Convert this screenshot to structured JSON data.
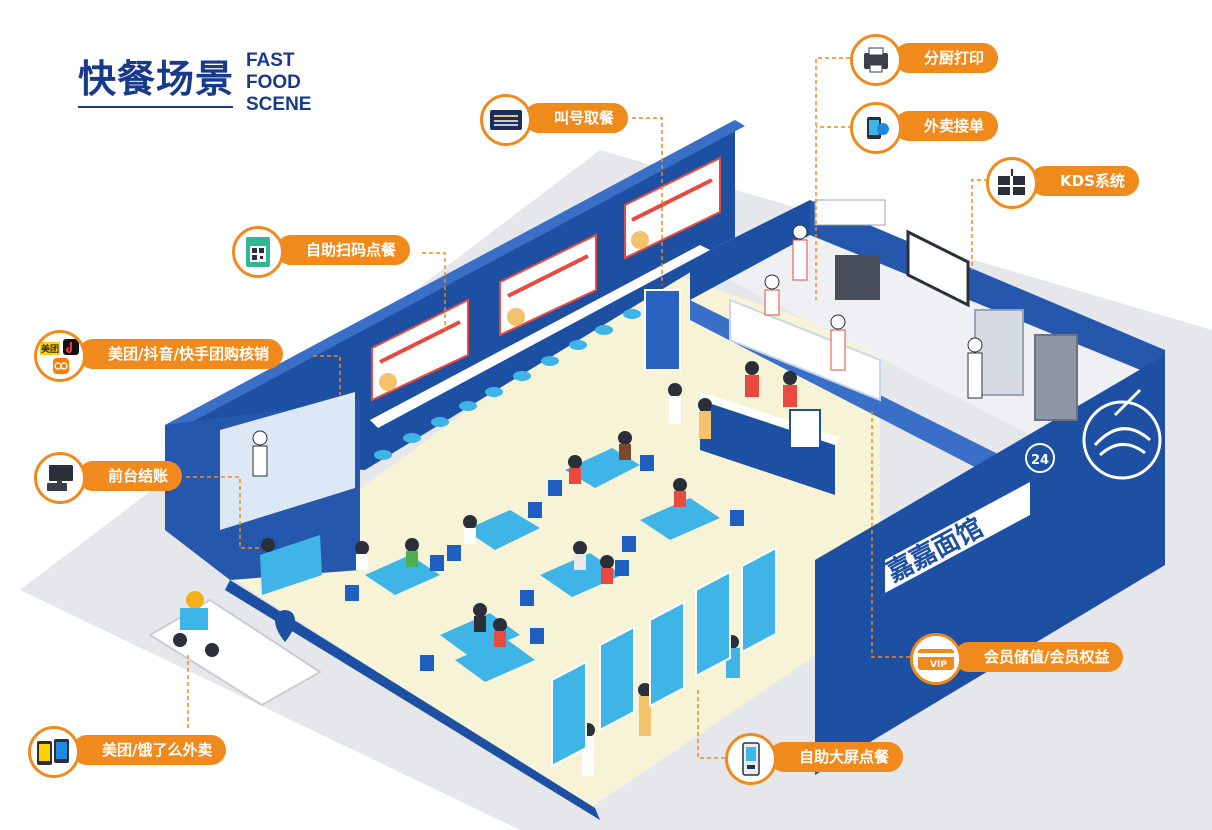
{
  "header": {
    "title_cn": "快餐场景",
    "title_en_line1": "FAST FOOD",
    "title_en_line2": "SCENE"
  },
  "store": {
    "name": "嘉嘉面馆",
    "clock_badge": "24"
  },
  "callouts": {
    "print": "分厨打印",
    "call_number": "叫号取餐",
    "takeout_orders": "外卖接单",
    "kds": "KDS系统",
    "self_scan": "自助扫码点餐",
    "group_buy": "美团/抖音/快手团购核销",
    "checkout": "前台结账",
    "member": "会员储值/会员权益",
    "delivery": "美团/饿了么外卖",
    "kiosk": "自助大屏点餐"
  },
  "icon_text": {
    "meituan": "美团",
    "vip": "VIP"
  },
  "colors": {
    "accent_orange": "#f08a1c",
    "wall_blue": "#1d4fa3",
    "floor": "#f7f3d6",
    "title_blue": "#173a8c"
  }
}
